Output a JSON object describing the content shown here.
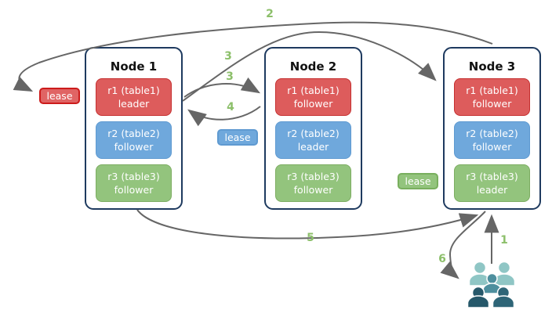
{
  "diagram": {
    "title_hint": "raft-replication-leases-diagram",
    "nodes": [
      {
        "title": "Node 1",
        "replicas": [
          {
            "name": "r1 (table1)",
            "role": "leader"
          },
          {
            "name": "r2 (table2)",
            "role": "follower"
          },
          {
            "name": "r3 (table3)",
            "role": "follower"
          }
        ]
      },
      {
        "title": "Node 2",
        "replicas": [
          {
            "name": "r1 (table1)",
            "role": "follower"
          },
          {
            "name": "r2 (table2)",
            "role": "leader"
          },
          {
            "name": "r3 (table3)",
            "role": "follower"
          }
        ]
      },
      {
        "title": "Node 3",
        "replicas": [
          {
            "name": "r1 (table1)",
            "role": "follower"
          },
          {
            "name": "r2 (table2)",
            "role": "follower"
          },
          {
            "name": "r3 (table3)",
            "role": "leader"
          }
        ]
      }
    ],
    "leases": [
      {
        "label": "lease",
        "color": "#e06464",
        "border": "#cc1b1b"
      },
      {
        "label": "lease",
        "color": "#6fa8dc",
        "border": "#5f9ad1"
      },
      {
        "label": "lease",
        "color": "#93c47d",
        "border": "#79af5e"
      }
    ],
    "arrows": [
      {
        "label": "1"
      },
      {
        "label": "2"
      },
      {
        "label": "3"
      },
      {
        "label": "3"
      },
      {
        "label": "4"
      },
      {
        "label": "5"
      },
      {
        "label": "6"
      }
    ],
    "colors": {
      "replica_red": "#dd5c5c",
      "replica_red_border": "#c53030",
      "replica_blue": "#6fa8dc",
      "replica_blue_border": "#5f9ad1",
      "replica_green": "#93c47d",
      "replica_green_border": "#7dad62",
      "node_border": "#1e3a5f",
      "arrow_stroke": "#666666",
      "step_number_green": "#8cbf6a",
      "replica_text": "#ffffff"
    },
    "users_icon": {
      "name": "users-group-icon",
      "person_colors": [
        "#8fc6c5",
        "#8fc6c5",
        "#4e8f9e",
        "#26586a",
        "#2e6577"
      ]
    }
  }
}
